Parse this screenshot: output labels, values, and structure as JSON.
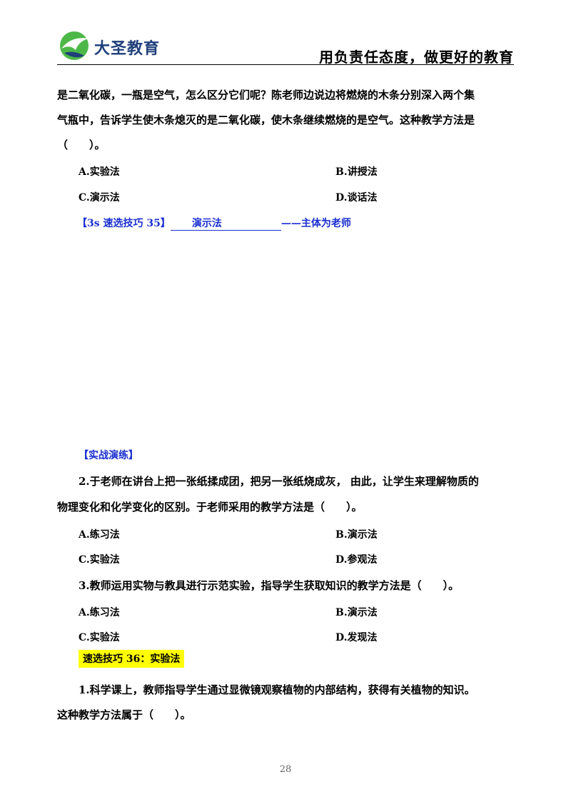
{
  "header": {
    "logo_text": "大圣教育",
    "slogan": "用负责任态度，做更好的教育"
  },
  "intro": {
    "line1": "是二氧化碳，一瓶是空气，怎么区分它们呢？陈老师边说边将燃烧的木条分别深入两个集",
    "line2": "气瓶中，告诉学生使木条熄灭的是二氧化碳，使木条继续燃烧的是空气。这种教学方法是",
    "line3": "（　　）。"
  },
  "q_intro_options": {
    "a": "A.实验法",
    "b": "B.讲授法",
    "c": "C.演示法",
    "d": "D.谈话法"
  },
  "tip35": {
    "prefix": "【3s 速选技巧 35】",
    "answer": "演示法",
    "suffix": "——主体为老师"
  },
  "section_title": "【实战演练】",
  "q2": {
    "line1": "2.于老师在讲台上把一张纸揉成团，把另一张纸烧成灰， 由此，让学生来理解物质的",
    "line2": "物理变化和化学变化的区别。于老师采用的教学方法是（　　）。",
    "a": "A.练习法",
    "b": "B.演示法",
    "c": "C.实验法",
    "d": "D.参观法"
  },
  "q3": {
    "stem": "3.教师运用实物与教具进行示范实验，指导学生获取知识的教学方法是（　　）。",
    "a": "A.练习法",
    "b": "B.演示法",
    "c": "C.实验法",
    "d": "D.发现法"
  },
  "tip36": "速选技巧 36：实验法",
  "q1b": {
    "line1": "1.科学课上，教师指导学生通过显微镜观察植物的内部结构，获得有关植物的知识。",
    "line2": "这种教学方法属于（　　）。"
  },
  "page_number": "28"
}
